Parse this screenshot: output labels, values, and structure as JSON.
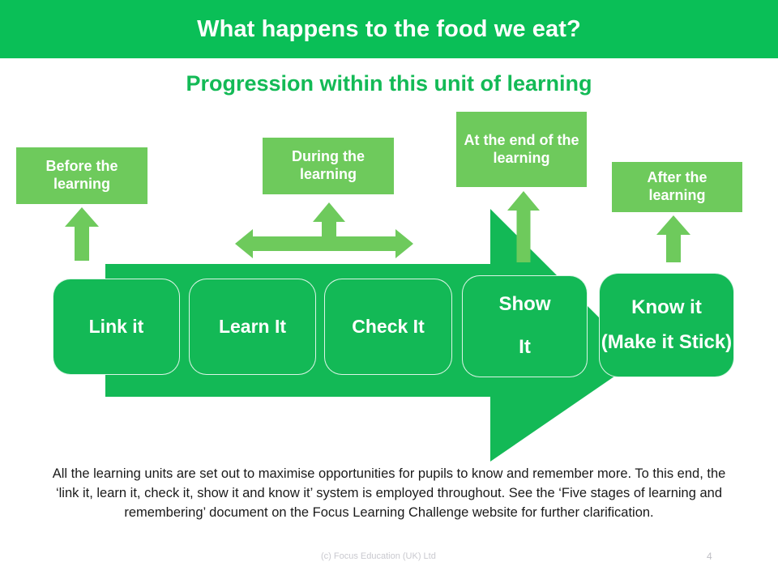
{
  "header": {
    "title": "What happens to the food we eat?",
    "bar_color": "#0ABF57"
  },
  "subtitle": {
    "text": "Progression within this unit of learning",
    "color": "#13BA56"
  },
  "phase_labels": [
    {
      "id": "before",
      "text": "Before the learning"
    },
    {
      "id": "during",
      "text": "During the learning"
    },
    {
      "id": "at-the-end",
      "text": "At the end of the learning"
    },
    {
      "id": "after",
      "text": "After the learning"
    }
  ],
  "stages": [
    {
      "id": "link",
      "line1": "Link it",
      "line2": ""
    },
    {
      "id": "learn",
      "line1": "Learn It",
      "line2": ""
    },
    {
      "id": "check",
      "line1": "Check It",
      "line2": ""
    },
    {
      "id": "show",
      "line1": "Show",
      "line2": "It"
    },
    {
      "id": "know",
      "line1": "Know it",
      "line2": "(Make it Stick)"
    }
  ],
  "body_text": "All the learning units are set out to maximise opportunities for pupils to know and remember more. To this end, the ‘link it, learn it, check it, show it and know it’ system is employed throughout. See the ‘Five stages of learning and remembering’ document on the Focus Learning Challenge website for further clarification.",
  "footer": {
    "credit": "(c) Focus Education (UK) Ltd",
    "page_number": "4"
  },
  "colors": {
    "dark_green": "#13B956",
    "header_green": "#0ABF57",
    "light_green": "#6ECA5C",
    "white": "#ffffff"
  }
}
